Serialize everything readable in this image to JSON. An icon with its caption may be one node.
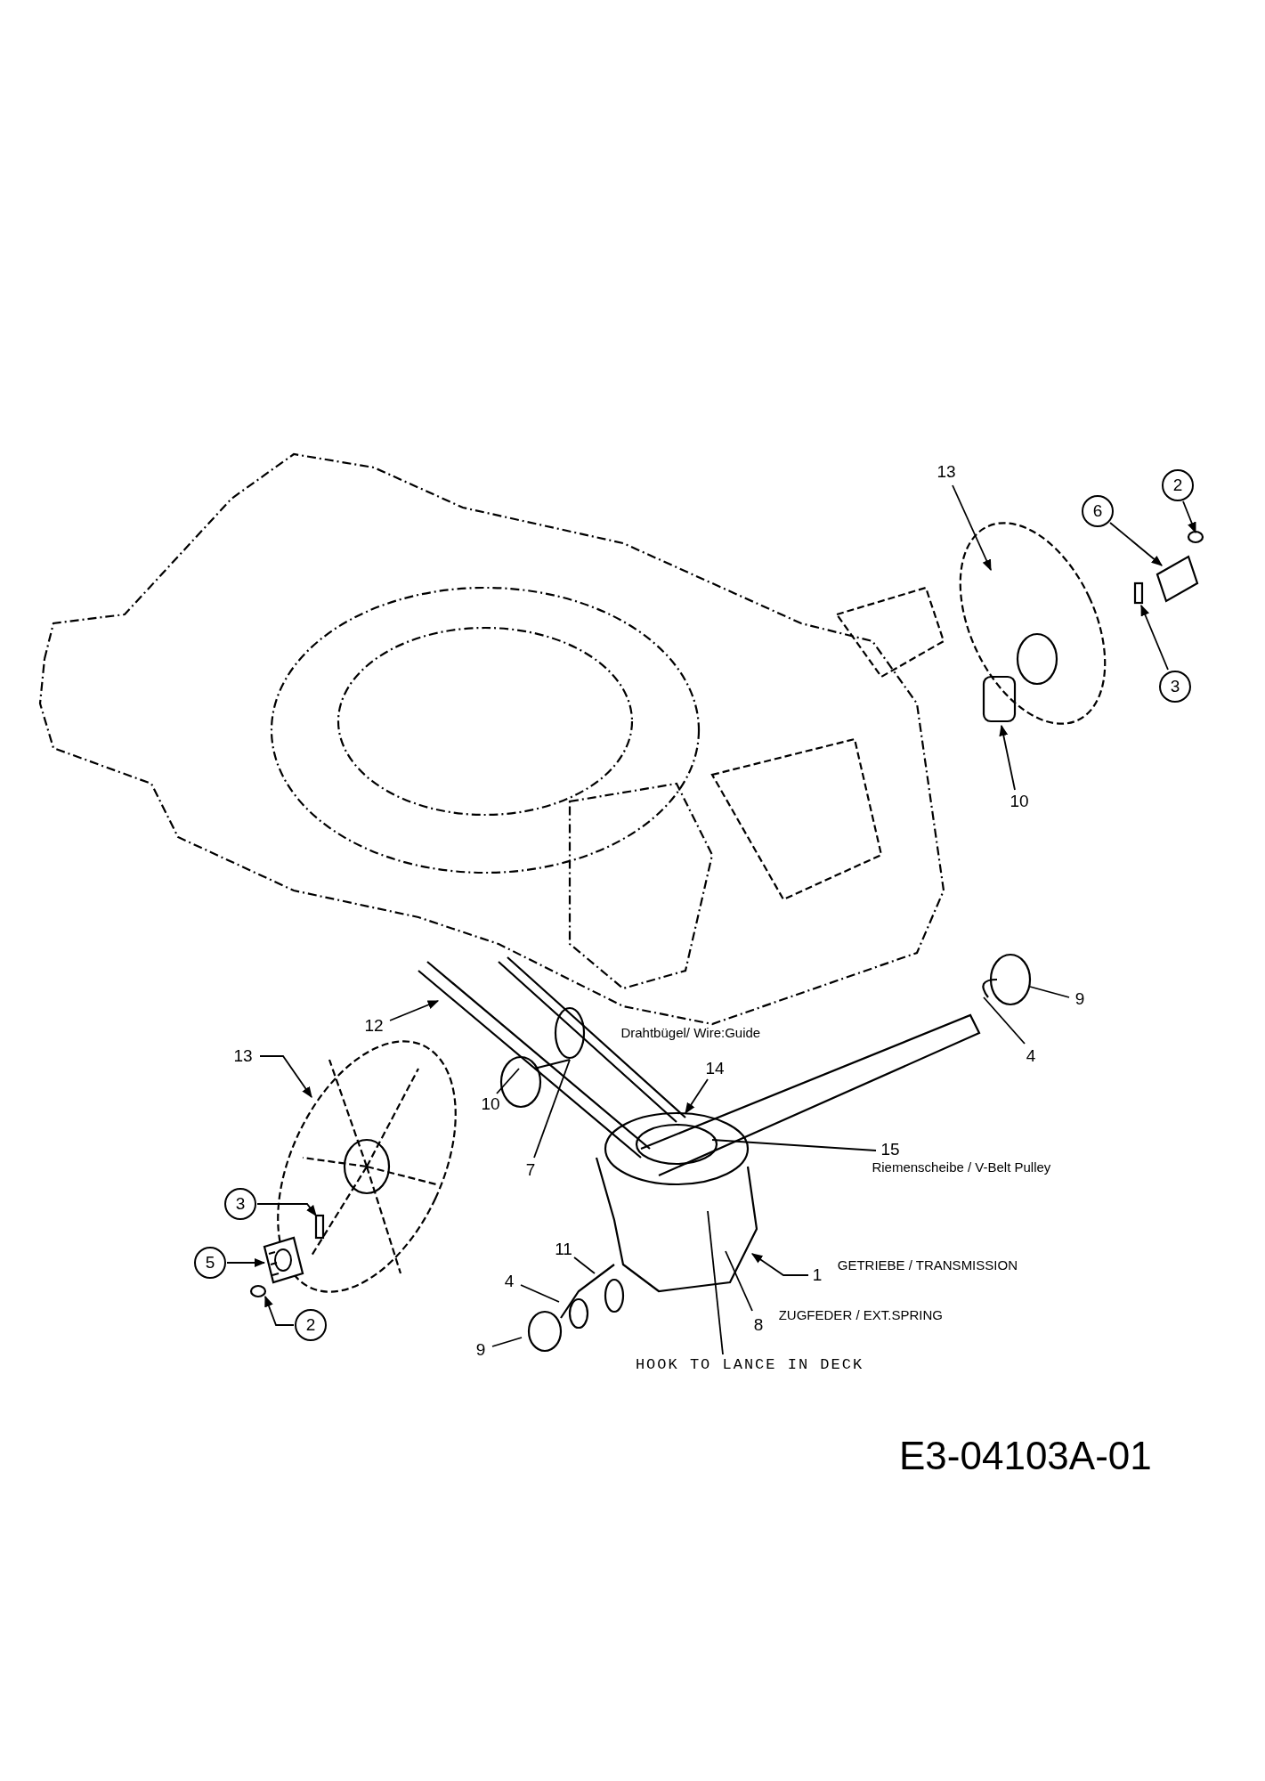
{
  "diagram": {
    "nodes": [
      {
        "text": [
          "13"
        ]
      },
      {
        "text": [
          "2"
        ]
      },
      {
        "text": [
          "6"
        ]
      },
      {
        "text": [
          "3"
        ]
      },
      {
        "text": [
          "10"
        ]
      },
      {
        "text": [
          "9"
        ]
      },
      {
        "text": [
          "12"
        ]
      },
      {
        "text": [
          "4"
        ]
      },
      {
        "text": [
          "13"
        ]
      },
      {
        "text": [
          "14"
        ],
        "beside": [
          "Drahtbügel/ Wire:Guide"
        ]
      },
      {
        "text": [
          "10"
        ]
      },
      {
        "text": [
          "15"
        ],
        "beside": [
          "Riemenscheibe / V-Belt Pulley"
        ]
      },
      {
        "text": [
          "7"
        ]
      },
      {
        "text": [
          "3"
        ]
      },
      {
        "text": [
          "5"
        ]
      },
      {
        "text": [
          "11"
        ]
      },
      {
        "text": [
          "4"
        ]
      },
      {
        "text": [
          "9"
        ]
      },
      {
        "text": [
          "2"
        ]
      },
      {
        "text": [
          "1"
        ],
        "beside": [
          "GETRIEBE / TRANSMISSION"
        ]
      },
      {
        "text": [
          "8"
        ],
        "beside": [
          "ZUGFEDER / EXT.SPRING"
        ]
      },
      {
        "text": [
          "HOOK TO LANCE IN DECK"
        ]
      },
      {
        "text": [],
        "shape": "box"
      },
      {
        "text": [],
        "shape": "picture"
      },
      {
        "text": [],
        "shape": "circle"
      }
    ],
    "edges": [
      {
        "from": 0,
        "to": null,
        "arrow": "to"
      },
      {
        "from": 1,
        "to": null,
        "arrow": "to"
      },
      {
        "from": 2,
        "to": null,
        "arrow": "to"
      },
      {
        "from": 3,
        "to": null,
        "arrow": "to"
      },
      {
        "from": 4,
        "to": null,
        "arrow": "to"
      },
      {
        "from": 5,
        "to": null,
        "arrow": "none"
      },
      {
        "from": 6,
        "to": null,
        "arrow": "to"
      },
      {
        "from": 7,
        "to": null,
        "arrow": "none"
      },
      {
        "from": 8,
        "to": null,
        "arrow": "to"
      },
      {
        "from": 9,
        "to": null,
        "arrow": "to"
      },
      {
        "from": 10,
        "to": null,
        "arrow": "none"
      },
      {
        "from": 11,
        "to": null,
        "arrow": "none"
      },
      {
        "from": 12,
        "to": null,
        "arrow": "none"
      },
      {
        "from": 13,
        "to": 22,
        "arrow": "to"
      },
      {
        "from": 14,
        "to": 23,
        "arrow": "to"
      },
      {
        "from": 15,
        "to": null,
        "arrow": "none"
      },
      {
        "from": 16,
        "to": null,
        "arrow": "none"
      },
      {
        "from": 17,
        "to": null,
        "arrow": "none"
      },
      {
        "from": 18,
        "to": 24,
        "arrow": "to"
      },
      {
        "from": 19,
        "to": null,
        "arrow": "to"
      },
      {
        "from": 20,
        "to": null,
        "arrow": "none"
      },
      {
        "from": 21,
        "to": null,
        "arrow": "none"
      }
    ],
    "labels": [
      "E3-04103A-01"
    ]
  }
}
